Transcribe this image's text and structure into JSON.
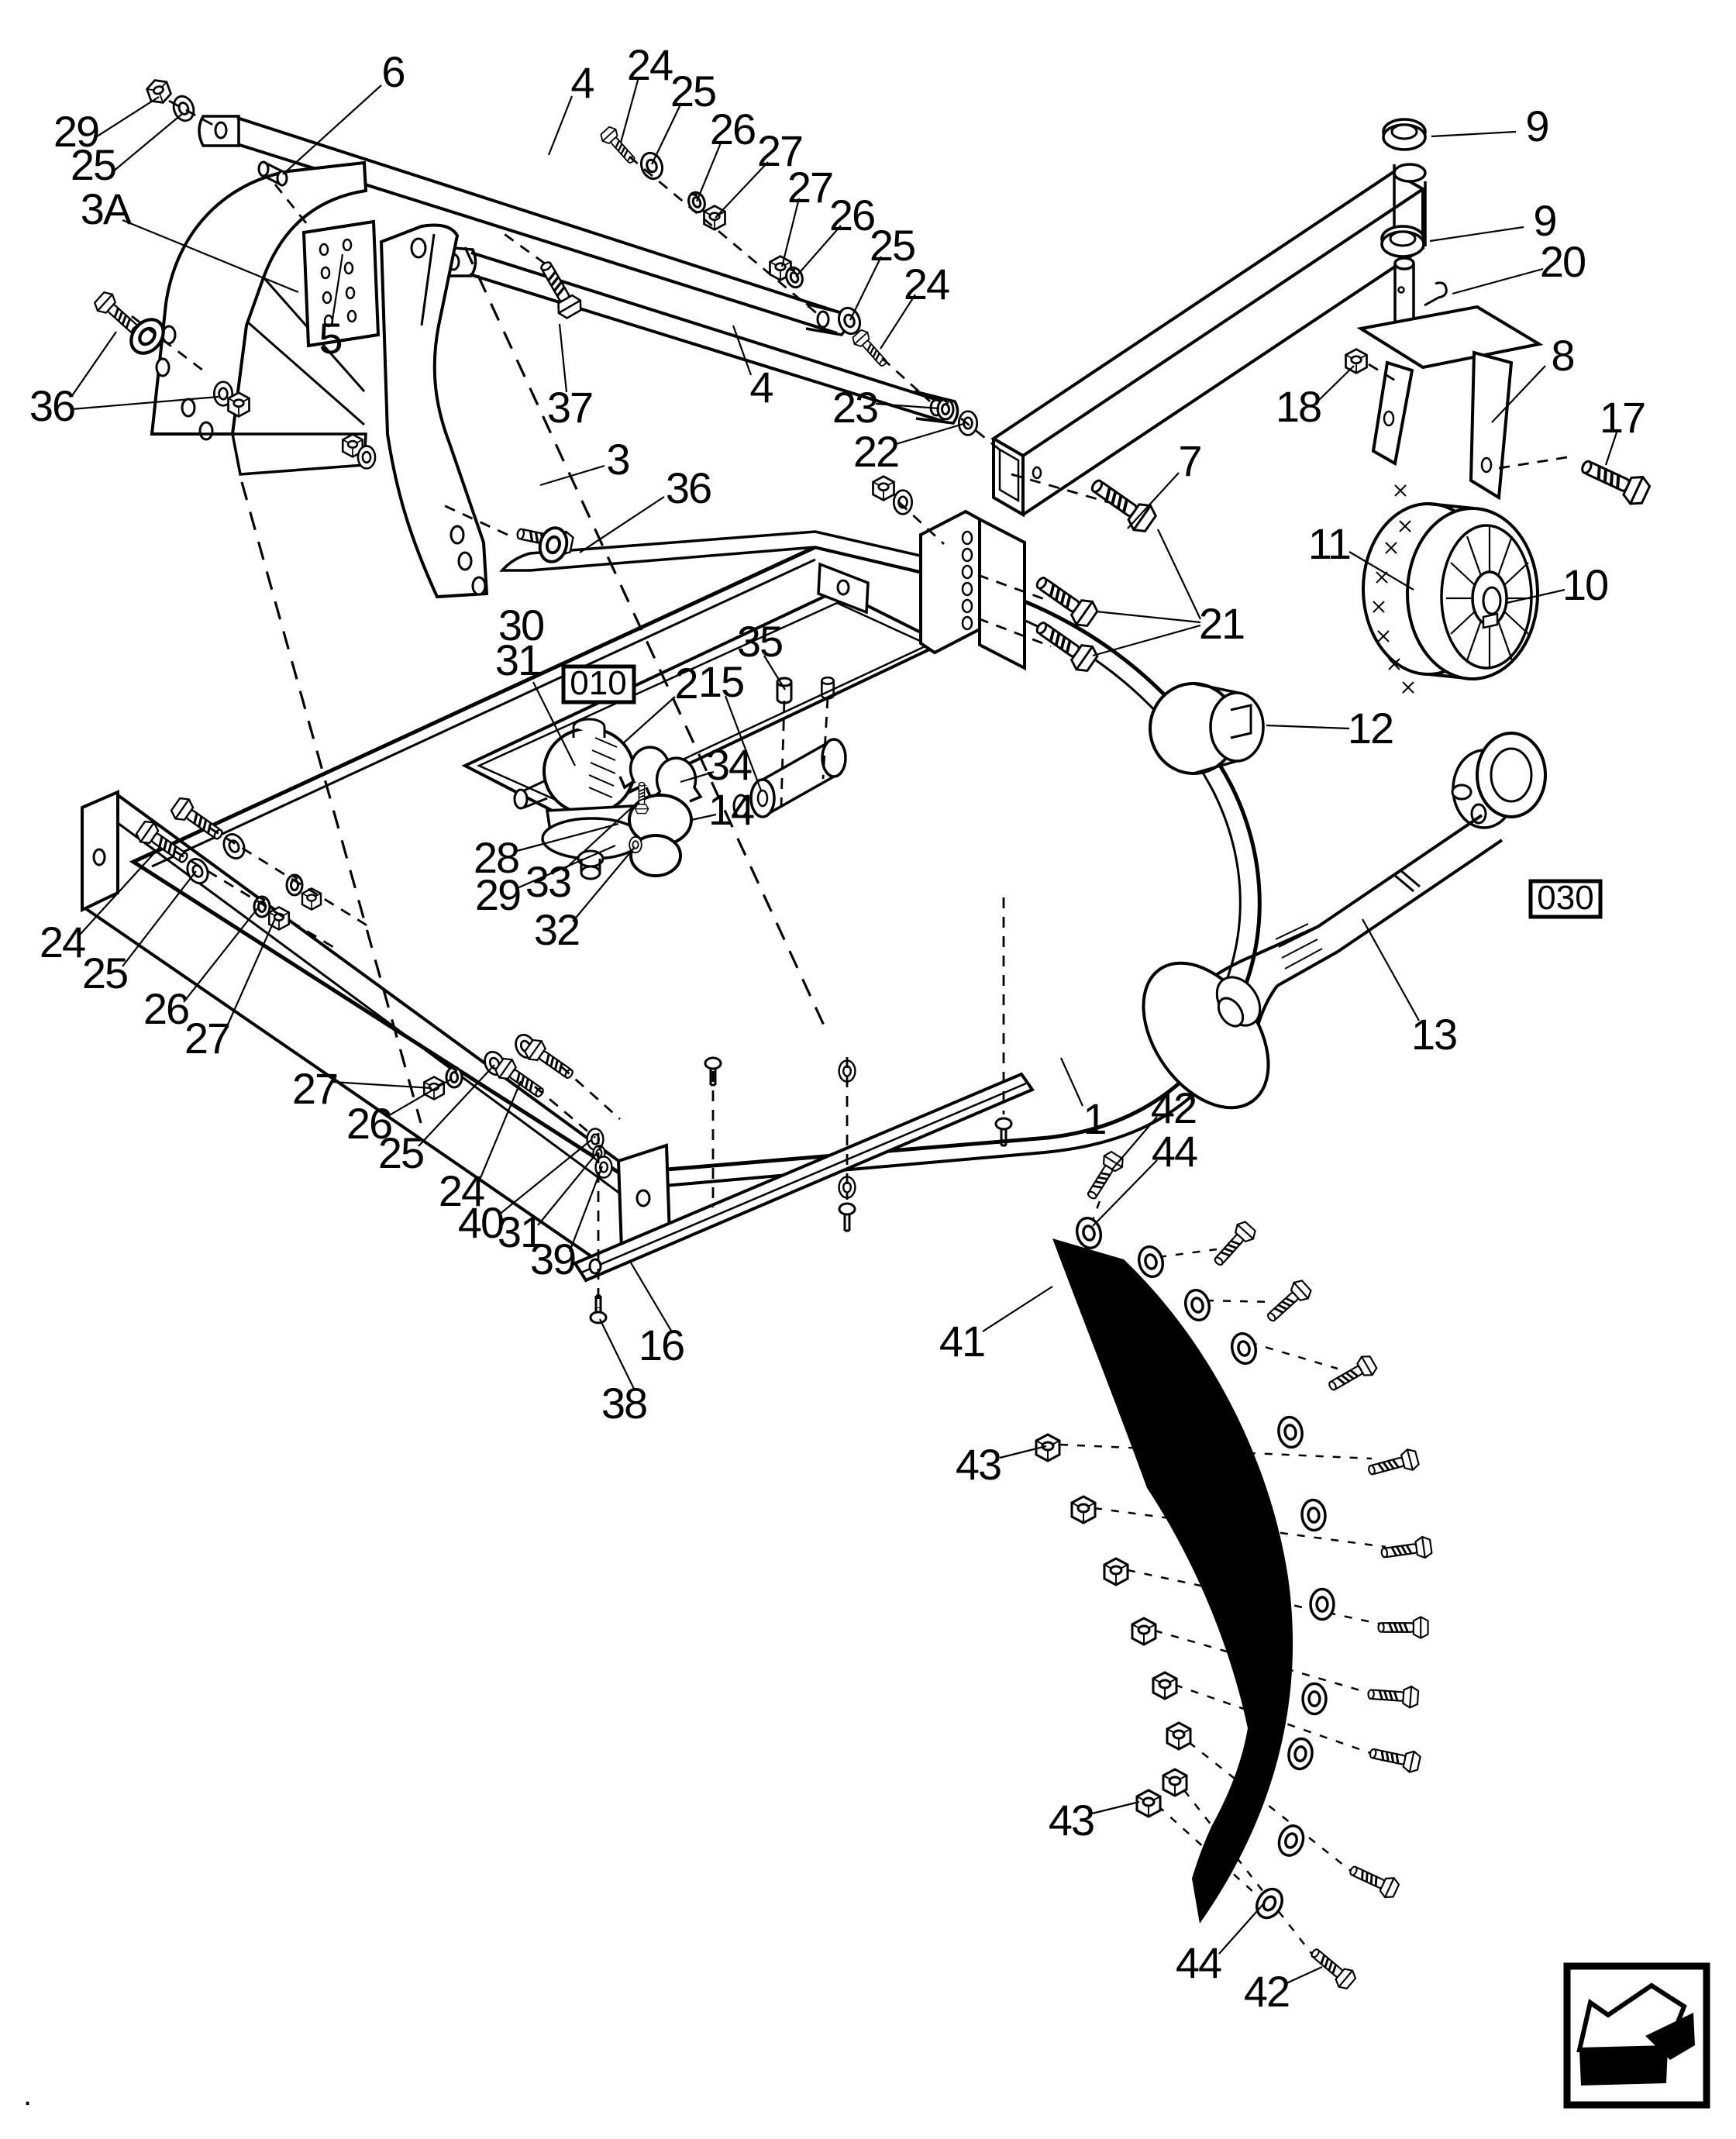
{
  "page": {
    "kind": "exploded-parts-diagram",
    "background": "#ffffff",
    "ink": "#000000"
  },
  "boxed_refs": {
    "ref010": "010",
    "ref030": "030"
  },
  "icons": {
    "corner": "page-turn-arrow"
  },
  "footnote_dot": ".",
  "callouts": {
    "n29a": "29",
    "n25a": "25",
    "n3A": "3A",
    "n36a": "36",
    "n6": "6",
    "n4a": "4",
    "n24a": "24",
    "n25b": "25",
    "n26a": "26",
    "n27a": "27",
    "n27b": "27",
    "n26b": "26",
    "n25c": "25",
    "n24b": "24",
    "n23": "23",
    "n22": "22",
    "n5": "5",
    "n37": "37",
    "n3": "3",
    "n36b": "36",
    "n4b": "4",
    "n7": "7",
    "n9a": "9",
    "n9b": "9",
    "n20": "20",
    "n8": "8",
    "n18": "18",
    "n17": "17",
    "n11": "11",
    "n10": "10",
    "n12": "12",
    "n21": "21",
    "n30": "30",
    "n31a": "31",
    "n2": "2",
    "n35": "35",
    "n15": "15",
    "n34": "34",
    "n14": "14",
    "n28": "28",
    "n29b": "29",
    "n33": "33",
    "n32": "32",
    "n13": "13",
    "n1": "1",
    "n24c": "24",
    "n25d": "25",
    "n26c": "26",
    "n27c": "27",
    "n27d": "27",
    "n26d": "26",
    "n25e": "25",
    "n24d": "24",
    "n40": "40",
    "n31b": "31",
    "n39": "39",
    "n16": "16",
    "n38": "38",
    "n41": "41",
    "n42a": "42",
    "n44a": "44",
    "n43a": "43",
    "n43b": "43",
    "n44b": "44",
    "n42b": "42"
  },
  "callout_numbers_unique": [
    "1",
    "2",
    "3",
    "3A",
    "4",
    "5",
    "6",
    "7",
    "8",
    "9",
    "10",
    "11",
    "12",
    "13",
    "14",
    "15",
    "16",
    "17",
    "18",
    "20",
    "21",
    "22",
    "23",
    "24",
    "25",
    "26",
    "27",
    "28",
    "29",
    "30",
    "31",
    "32",
    "33",
    "34",
    "35",
    "36",
    "37",
    "38",
    "39",
    "40",
    "41",
    "42",
    "43",
    "44"
  ]
}
